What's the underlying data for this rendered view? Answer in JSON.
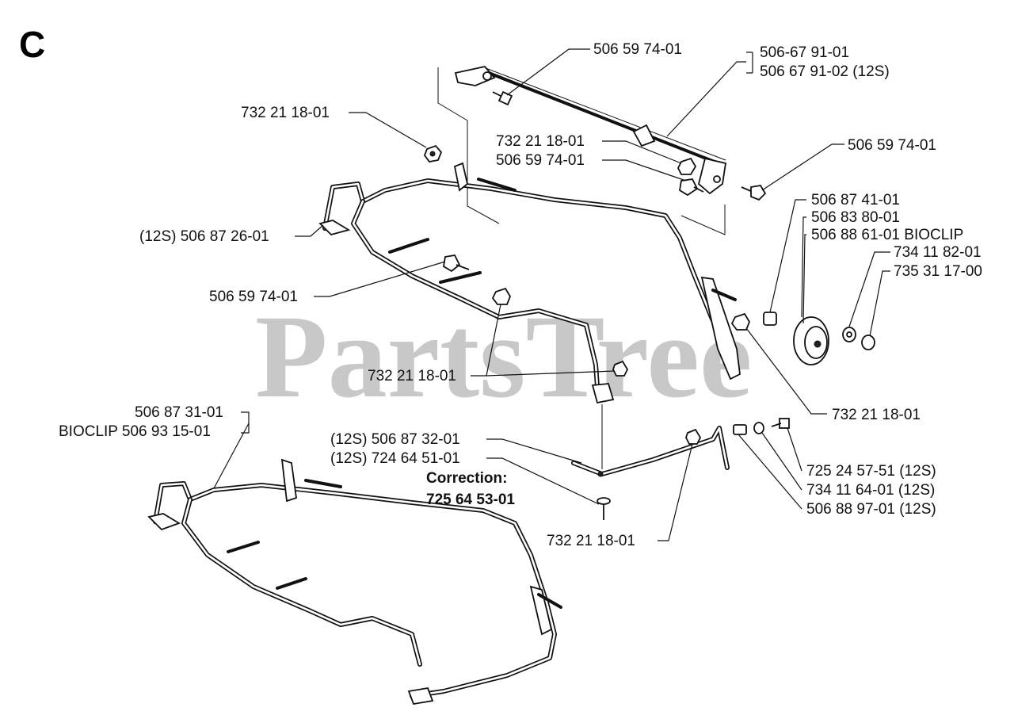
{
  "section_letter": "C",
  "watermark": "PartsTree",
  "labels": {
    "l1": "506 59 74-01",
    "l2a": "506-67 91-01",
    "l2b": "506 67 91-02 (12S)",
    "l3": "732 21 18-01",
    "l4": "732 21 18-01",
    "l5": "506 59 74-01",
    "l6": "506 59 74-01",
    "l7": "506 87 41-01",
    "l8": "506 83 80-01",
    "l9": "506 88 61-01 BIOCLIP",
    "l10": "(12S) 506 87 26-01",
    "l11": "734 11 82-01",
    "l12": "735 31 17-00",
    "l13": "506 59 74-01",
    "l14": "732 21 18-01",
    "l15": "732 21 18-01",
    "l16a": "506 87 31-01",
    "l16b": "BIOCLIP 506 93 15-01",
    "l17": "(12S) 506 87 32-01",
    "l18": "(12S) 724 64 51-01",
    "correction_title": "Correction:",
    "correction_part": "725 64 53-01",
    "l19": "725 24 57-51 (12S)",
    "l20": "734 11 64-01 (12S)",
    "l21": "506 88 97-01 (12S)",
    "l22": "732 21 18-01"
  }
}
